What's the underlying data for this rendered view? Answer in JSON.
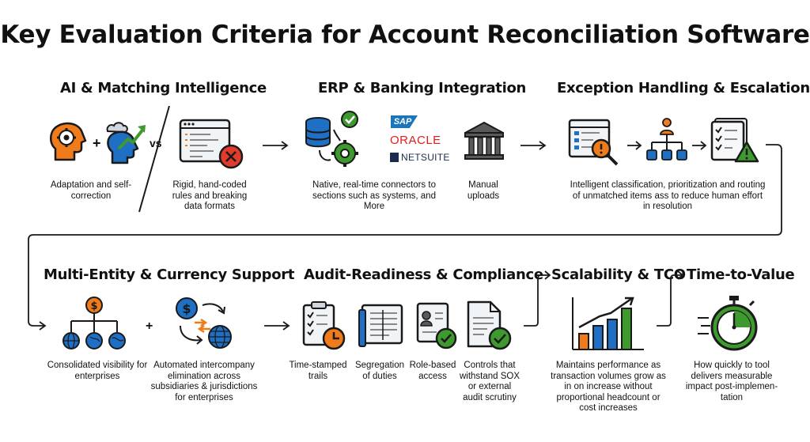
{
  "title": "Key Evaluation Criteria for Account Reconciliation Software",
  "sections": {
    "ai": {
      "heading": "AI & Matching Intelligence",
      "left_caption": "Adaptation and self-correction",
      "vs": "vs",
      "right_caption": "Rigid, hand-coded rules and breaking data formats"
    },
    "erp": {
      "heading": "ERP & Banking Integration",
      "left_caption": "Native, real-time connectors to sections such as systems, and More",
      "logos": {
        "sap": "SAP",
        "oracle": "ORACLE",
        "netsuite": "NETSUITE"
      },
      "right_caption": "Manual uploads"
    },
    "exception": {
      "heading": "Exception Handling & Escalation",
      "caption": "Intelligent classification, prioritization and routing of unmatched items ass to reduce human effort in resolution"
    },
    "multi": {
      "heading": "Multi-Entity & Currency Support",
      "left_caption": "Consolidated visibility for enterprises",
      "plus": "+",
      "right_caption": "Automated intercompany elimination across subsidiaries & jurisdictions for enterprises"
    },
    "audit": {
      "heading": "Audit-Readiness & Compliance",
      "items": [
        "Time-stamped trails",
        "Segregation of duties",
        "Role-based access",
        "Controls that withstand SOX or external audit scrutiny"
      ]
    },
    "scal": {
      "heading": "Scalability & TCO",
      "caption": "Maintains performance as transaction volumes grow as in on increase without proportional headcount or cost increases"
    },
    "ttv": {
      "heading": "Time-to-Value",
      "caption": "How quickly to tool delivers measurable impact post-implemen-tation"
    }
  },
  "colors": {
    "orange": "#f07b1a",
    "blue": "#1f6fc4",
    "green": "#3e9a2e",
    "red": "#e03b2c",
    "outline": "#1a1a1a"
  }
}
